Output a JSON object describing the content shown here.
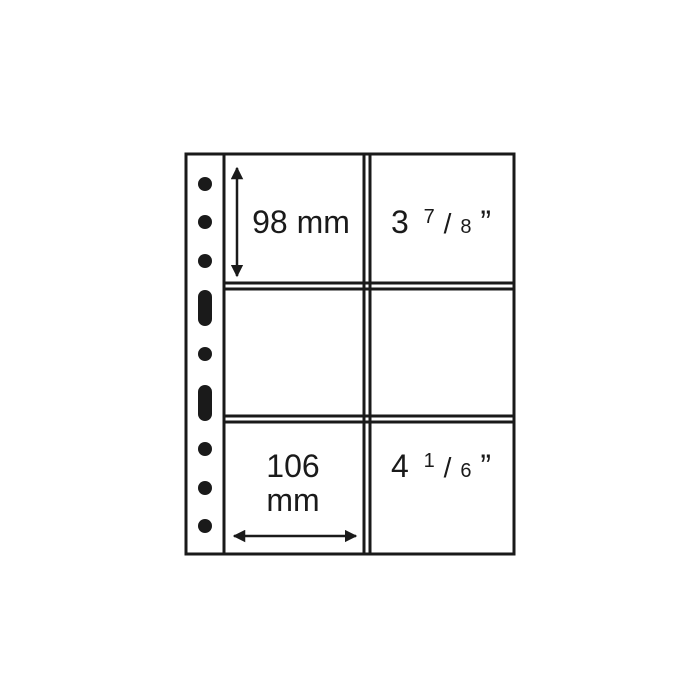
{
  "sheet": {
    "columns": 2,
    "rows": 3,
    "hole_pattern": [
      "round",
      "round",
      "round",
      "oval",
      "round",
      "oval",
      "round",
      "round",
      "round"
    ],
    "colors": {
      "line": "#1a1a1a",
      "background": "#ffffff"
    }
  },
  "dimensions": {
    "height_metric": "98 mm",
    "height_imperial": {
      "whole": "3",
      "numerator": "7",
      "denominator": "8",
      "unit": "”"
    },
    "width_metric_value": "106",
    "width_metric_unit": "mm",
    "width_imperial": {
      "whole": "4",
      "numerator": "1",
      "denominator": "6",
      "unit": "”"
    }
  }
}
